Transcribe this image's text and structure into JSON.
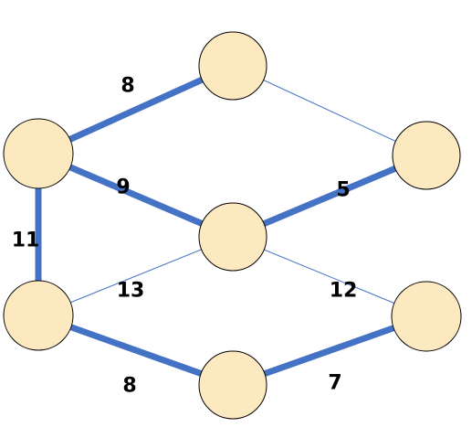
{
  "colors": {
    "node_fill": "#fde9c0",
    "edge": "#4472c4",
    "label": "#000000"
  },
  "graph": {
    "nodes": [
      {
        "id": "top"
      },
      {
        "id": "left-upper"
      },
      {
        "id": "right-upper"
      },
      {
        "id": "center"
      },
      {
        "id": "left-lower"
      },
      {
        "id": "right-lower"
      },
      {
        "id": "bottom"
      }
    ],
    "edges": [
      {
        "from": "top",
        "to": "left-upper",
        "weight": "8",
        "highlighted": true
      },
      {
        "from": "top",
        "to": "right-upper",
        "weight": "",
        "highlighted": false
      },
      {
        "from": "left-upper",
        "to": "center",
        "weight": "9",
        "highlighted": true
      },
      {
        "from": "left-upper",
        "to": "left-lower",
        "weight": "11",
        "highlighted": true
      },
      {
        "from": "center",
        "to": "right-upper",
        "weight": "5",
        "highlighted": true
      },
      {
        "from": "center",
        "to": "left-lower",
        "weight": "13",
        "highlighted": false
      },
      {
        "from": "center",
        "to": "right-lower",
        "weight": "12",
        "highlighted": false
      },
      {
        "from": "left-lower",
        "to": "bottom",
        "weight": "8",
        "highlighted": true
      },
      {
        "from": "bottom",
        "to": "right-lower",
        "weight": "7",
        "highlighted": true
      }
    ]
  }
}
